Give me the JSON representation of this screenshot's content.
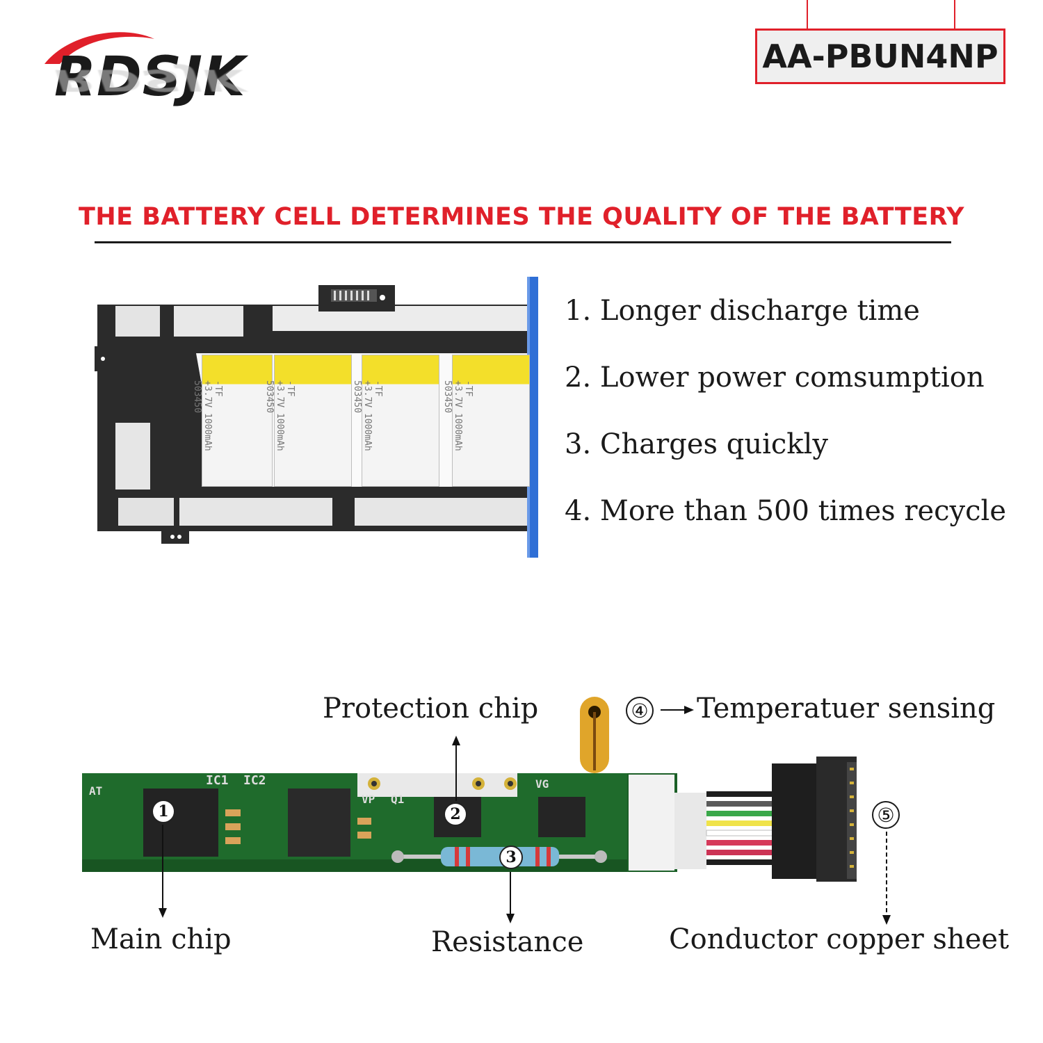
{
  "brand": {
    "name": "RDSJK"
  },
  "model": {
    "code": "AA-PBUN4NP"
  },
  "headline": "THE BATTERY CELL DETERMINES THE QUALITY OF THE BATTERY",
  "features": [
    "1. Longer discharge time",
    "2. Lower power comsumption",
    "3. Charges quickly",
    "4. More than 500 times recycle"
  ],
  "cells": [
    {
      "line1": "-TF",
      "line2": "+3.7V 1000mAh",
      "line3": "503450"
    },
    {
      "line1": "-TF",
      "line2": "+3.7V 1000mAh",
      "line3": "503450"
    },
    {
      "line1": "-TF",
      "line2": "+3.7V 1000mAh",
      "line3": "503450"
    },
    {
      "line1": "-TF",
      "line2": "+3.7V 1000mAh",
      "line3": "503450"
    }
  ],
  "pcb": {
    "silkscreen": {
      "ic1": "IC1",
      "ic2": "IC2",
      "vp": "VP",
      "q1": "Q1",
      "at": "AT",
      "vg": "VG"
    },
    "callouts": {
      "main_chip": {
        "number": "1",
        "label": "Main chip"
      },
      "protection_chip": {
        "number": "2",
        "label": "Protection chip"
      },
      "resistance": {
        "number": "3",
        "label": "Resistance"
      },
      "temperature": {
        "number": "④",
        "label": "Temperatuer sensing"
      },
      "copper": {
        "number": "⑤",
        "label": "Conductor copper sheet"
      }
    }
  },
  "colors": {
    "accent": "#e0202a",
    "pcb": "#1f6b2c",
    "cell_yellow": "#f3df2a",
    "frame": "#2b2b2b"
  }
}
